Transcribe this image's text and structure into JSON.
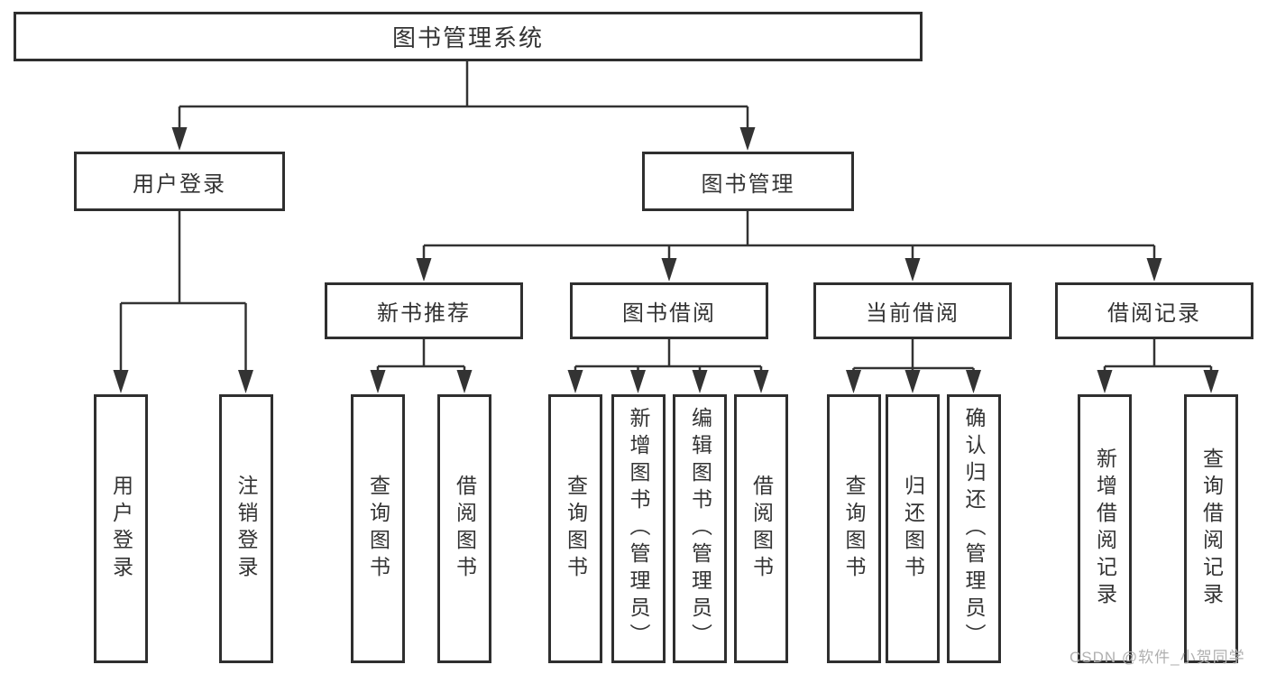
{
  "nodes": {
    "root": {
      "label": "图书管理系统"
    },
    "level2": [
      {
        "label": "用户登录"
      },
      {
        "label": "图书管理"
      }
    ],
    "level3": [
      {
        "label": "新书推荐"
      },
      {
        "label": "图书借阅"
      },
      {
        "label": "当前借阅"
      },
      {
        "label": "借阅记录"
      }
    ],
    "leaves_user_login": [
      {
        "label": "用户登录"
      },
      {
        "label": "注销登录"
      }
    ],
    "leaves_new_book": [
      {
        "label": "查询图书"
      },
      {
        "label": "借阅图书"
      }
    ],
    "leaves_book_borrow": [
      {
        "label": "查询图书"
      },
      {
        "label": "新增图书（管理员）"
      },
      {
        "label": "编辑图书（管理员）"
      },
      {
        "label": "借阅图书"
      }
    ],
    "leaves_current_borrow": [
      {
        "label": "查询图书"
      },
      {
        "label": "归还图书"
      },
      {
        "label": "确认归还（管理员）"
      }
    ],
    "leaves_borrow_record": [
      {
        "label": "新增借阅记录"
      },
      {
        "label": "查询借阅记录"
      }
    ]
  },
  "watermark": "CSDN @软件_小贺同学",
  "colors": {
    "line": "#333333",
    "box_border": "#2f2f2f",
    "text": "#333333",
    "watermark": "#b0b0b0",
    "background": "#ffffff"
  }
}
